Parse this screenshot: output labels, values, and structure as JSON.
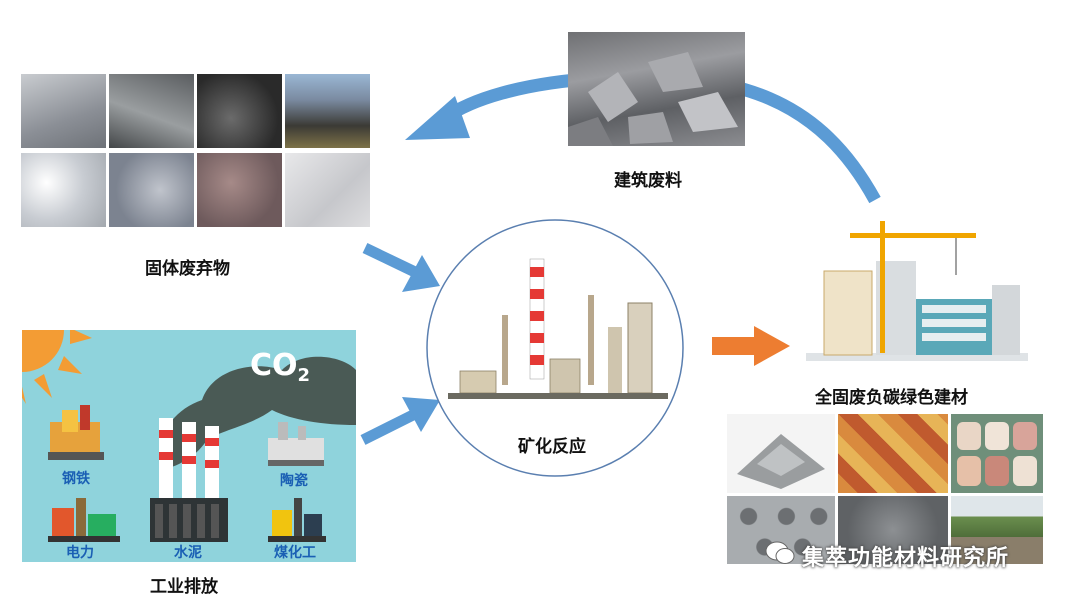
{
  "labels": {
    "solid_waste": "固体废弃物",
    "construction_waste": "建筑废料",
    "mineralization": "矿化反应",
    "green_materials": "全固废负碳绿色建材",
    "industrial_emission": "工业排放",
    "co2": "CO",
    "co2_sub": "2"
  },
  "industries": {
    "steel": "钢铁",
    "ceramics": "陶瓷",
    "power": "电力",
    "cement": "水泥",
    "coal_chemical": "煤化工"
  },
  "watermark": "集萃功能材料研究所",
  "colors": {
    "arrow_blue": "#5b9bd5",
    "arrow_orange": "#ed7d31",
    "panel_bg": "#8fd3dc",
    "smoke": "#4a5a55"
  }
}
